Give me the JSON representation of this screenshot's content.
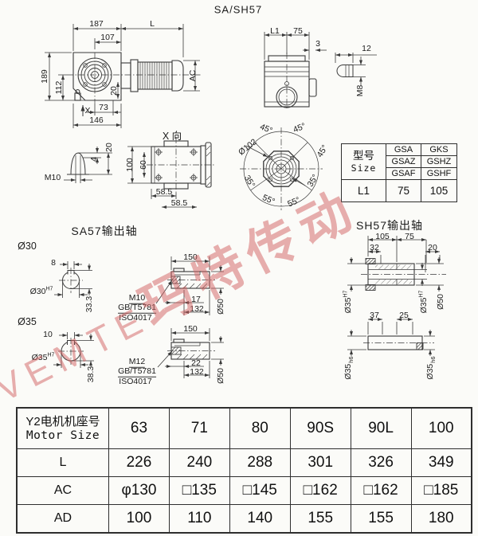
{
  "title": "SA/SH57",
  "watermark": {
    "latin": "VEMTE",
    "cjk": "玛特传动"
  },
  "main_view": {
    "d187": "187",
    "d107": "107",
    "dL": "L",
    "d189": "189",
    "d112": "112",
    "d20": "20",
    "d73": "73",
    "dX": "X",
    "d146": "146",
    "dAC": "AC"
  },
  "side_view": {
    "dL1": "L1",
    "d75": "75",
    "d3": "3",
    "d12": "12",
    "dM8": "M8"
  },
  "bolt_detail": {
    "d4": "4",
    "d20": "20",
    "dM10": "M10"
  },
  "x_view": {
    "title": "X 向",
    "d100": "100",
    "d60": "60",
    "d585a": "58.5",
    "d585b": "58.5"
  },
  "flange_view": {
    "d102": "Ø102",
    "a45l": "45°",
    "a45r": "45°",
    "a45s": "45°",
    "a35l": "35°",
    "a35r": "35°",
    "a55l": "55°",
    "a55r": "55°"
  },
  "size_table": {
    "header_cn": "型号",
    "header_en": "Size",
    "rows": [
      [
        "GSA",
        "GKS"
      ],
      [
        "GSAZ",
        "GSHZ"
      ],
      [
        "GSAF",
        "GSHF"
      ]
    ],
    "l1_label": "L1",
    "l1_values": [
      "75",
      "105"
    ]
  },
  "sa_shaft": {
    "title": "SA57输出轴",
    "v30": {
      "label": "Ø30",
      "key_w": "8",
      "bore_base": "Ø30",
      "bore_sup": "H7",
      "depth": "33.3"
    },
    "shaft30": {
      "len": "150",
      "thread": "M10",
      "std1": "GB/T5781",
      "std2": "ISO4017",
      "t_depth": "17",
      "key_len": "132",
      "dia": "Ø50"
    },
    "v35": {
      "label": "Ø35",
      "key_w": "10",
      "bore_base": "Ø35",
      "bore_sup": "H7",
      "depth": "38.3"
    },
    "shaft35": {
      "len": "150",
      "thread": "M12",
      "std1": "GB/T5781",
      "std2": "ISO4017",
      "t_depth": "22",
      "key_len": "132",
      "dia": "Ø50"
    }
  },
  "sh_shaft": {
    "title": "SH57输出轴",
    "d105": "105",
    "d75": "75",
    "d32": "32",
    "d20": "20",
    "boreL_base": "Ø35",
    "boreL_sup": "H7",
    "boreR_base": "Ø35",
    "boreR_sup": "H7",
    "dia50": "Ø50",
    "d37": "37",
    "d25": "25",
    "shaftL_base": "Ø35",
    "shaftL_sub": "h6",
    "shaftR_base": "Ø35",
    "shaftR_sub": "h6"
  },
  "motor_table": {
    "header_cn": "Y2电机机座号",
    "header_en": "Motor Size",
    "sizes": [
      "63",
      "71",
      "80",
      "90S",
      "90L",
      "100"
    ],
    "rows": [
      {
        "label": "L",
        "values": [
          "226",
          "240",
          "288",
          "301",
          "326",
          "349"
        ]
      },
      {
        "label": "AC",
        "values": [
          "φ130",
          "□135",
          "□145",
          "□162",
          "□162",
          "□185"
        ]
      },
      {
        "label": "AD",
        "values": [
          "100",
          "110",
          "140",
          "155",
          "155",
          "180"
        ]
      }
    ]
  }
}
